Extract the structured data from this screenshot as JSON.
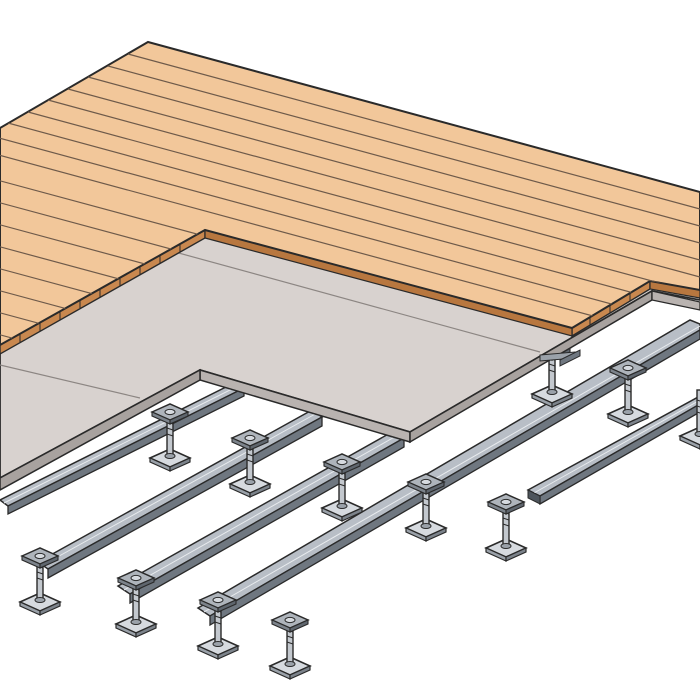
{
  "diagram": {
    "subject": "raised-floor-system",
    "layers": [
      "deck-boards",
      "cement-board",
      "rails",
      "pedestals"
    ],
    "colors": {
      "deck": "#f2c79a",
      "deck_edge": "#c9884f",
      "deck_lines": "#6e5a4a",
      "board": "#d8d2cf",
      "board_edge": "#b9b3b0",
      "rail": "#b8bec6",
      "rail_shadow": "#6f7780",
      "pedestal": "#c3c8ce",
      "outline": "#2a2a2a",
      "background": "#ffffff"
    }
  }
}
